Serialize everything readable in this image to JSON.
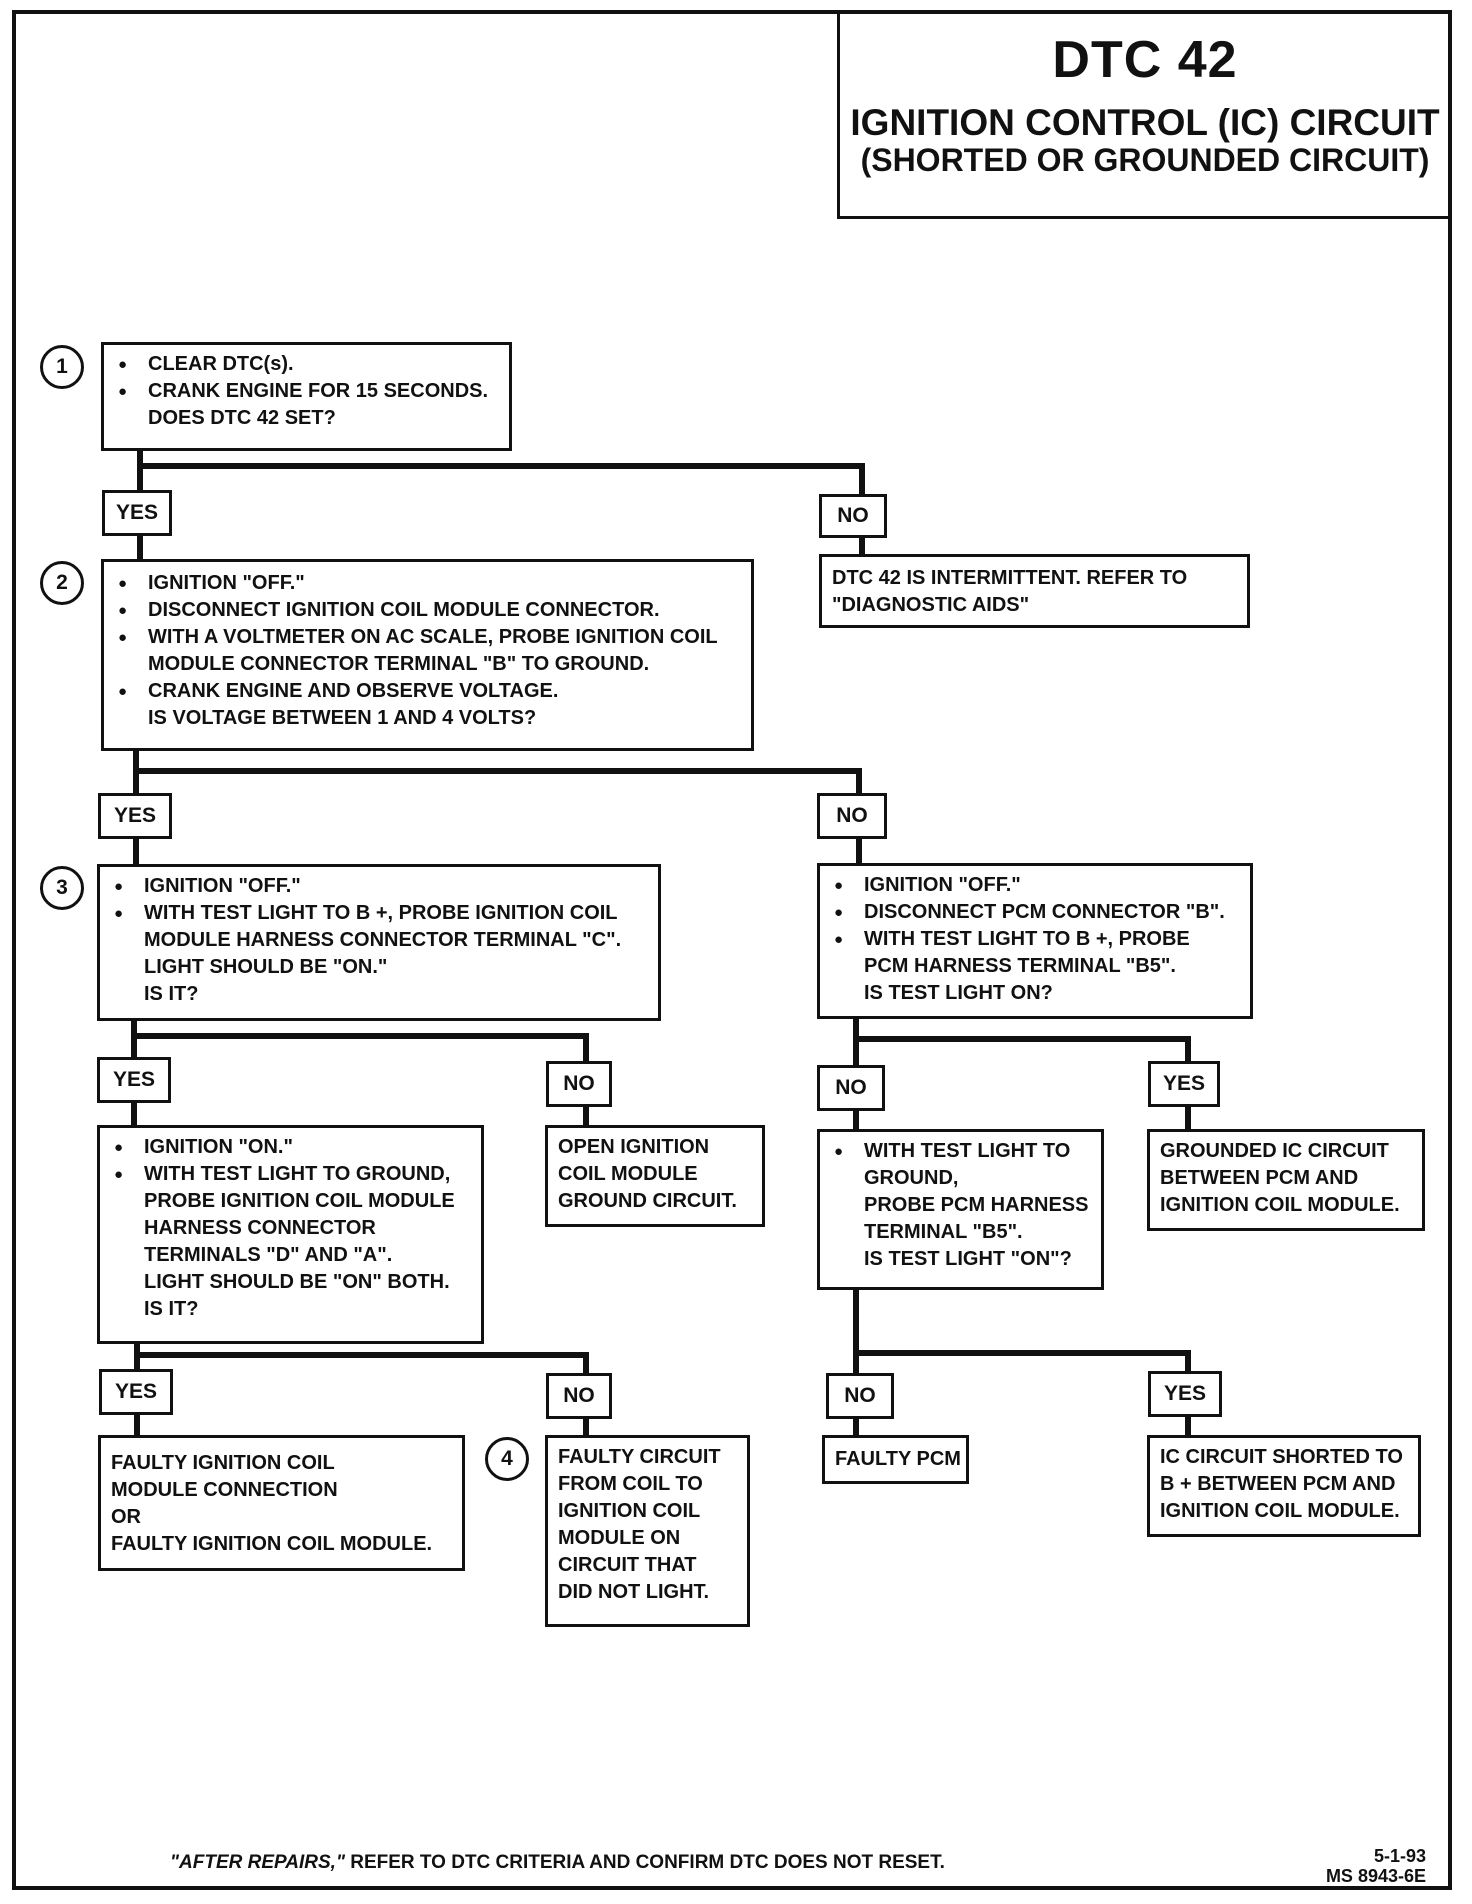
{
  "header": {
    "code": "DTC 42",
    "title": "IGNITION CONTROL (IC) CIRCUIT",
    "subtitle": "(SHORTED OR GROUNDED CIRCUIT)"
  },
  "steps": [
    "1",
    "2",
    "3",
    "4"
  ],
  "labels": {
    "yes": "YES",
    "no": "NO"
  },
  "box1": {
    "bullets": [
      "CLEAR DTC(s).",
      "CRANK ENGINE FOR 15 SECONDS."
    ],
    "question": "DOES DTC 42 SET?"
  },
  "box_intermittent": {
    "lines": [
      "DTC 42 IS INTERMITTENT.  REFER TO",
      "\"DIAGNOSTIC AIDS\""
    ]
  },
  "box2": {
    "bullets": [
      "IGNITION \"OFF.\"",
      "DISCONNECT IGNITION COIL MODULE CONNECTOR.",
      [
        "WITH A VOLTMETER ON AC SCALE, PROBE IGNITION COIL",
        "MODULE CONNECTOR TERMINAL \"B\" TO GROUND."
      ],
      "CRANK ENGINE AND OBSERVE VOLTAGE."
    ],
    "question": "IS VOLTAGE BETWEEN 1 AND 4 VOLTS?"
  },
  "box3": {
    "bullets": [
      "IGNITION \"OFF.\"",
      [
        "WITH TEST LIGHT TO B +, PROBE IGNITION COIL",
        "MODULE HARNESS CONNECTOR TERMINAL \"C\".",
        "LIGHT SHOULD BE \"ON.\""
      ]
    ],
    "question": "IS IT?"
  },
  "box_pcm_check": {
    "bullets": [
      "IGNITION \"OFF.\"",
      "DISCONNECT PCM CONNECTOR \"B\".",
      [
        "WITH TEST LIGHT TO B +, PROBE",
        "PCM HARNESS TERMINAL \"B5\"."
      ]
    ],
    "question": "IS TEST LIGHT ON?"
  },
  "box_ground_test": {
    "bullets": [
      "IGNITION \"ON.\"",
      [
        "WITH TEST LIGHT TO GROUND,",
        "PROBE IGNITION COIL MODULE",
        "HARNESS CONNECTOR",
        "TERMINALS \"D\" AND \"A\".",
        "LIGHT SHOULD BE \"ON\" BOTH."
      ]
    ],
    "question": "IS IT?"
  },
  "box_open_ground": {
    "lines": [
      "OPEN IGNITION",
      "COIL MODULE",
      "GROUND CIRCUIT."
    ]
  },
  "box_b5_ground": {
    "bullets": [
      [
        "WITH TEST LIGHT TO",
        "GROUND,"
      ]
    ],
    "lines": [
      "PROBE PCM HARNESS",
      "TERMINAL \"B5\".",
      "IS TEST LIGHT \"ON\"?"
    ]
  },
  "box_grounded_ic": {
    "lines": [
      "GROUNDED IC CIRCUIT",
      "BETWEEN PCM AND",
      "IGNITION COIL MODULE."
    ]
  },
  "box_faulty_module": {
    "lines": [
      "FAULTY IGNITION COIL",
      "MODULE CONNECTION",
      "OR",
      "FAULTY IGNITION COIL MODULE."
    ]
  },
  "box_faulty_circuit": {
    "lines": [
      "FAULTY CIRCUIT",
      "FROM COIL TO",
      "IGNITION COIL",
      "MODULE ON",
      "CIRCUIT THAT",
      "DID NOT LIGHT."
    ]
  },
  "box_faulty_pcm": {
    "lines": [
      "FAULTY PCM"
    ]
  },
  "box_ic_shorted": {
    "lines": [
      "IC CIRCUIT SHORTED TO",
      "B + BETWEEN PCM AND",
      "IGNITION COIL MODULE."
    ]
  },
  "footer": {
    "emphasis": "\"AFTER REPAIRS,\"",
    "text": " REFER TO DTC CRITERIA AND CONFIRM DTC DOES NOT RESET."
  },
  "doc_id": {
    "date": "5-1-93",
    "number": "MS 8943-6E"
  }
}
